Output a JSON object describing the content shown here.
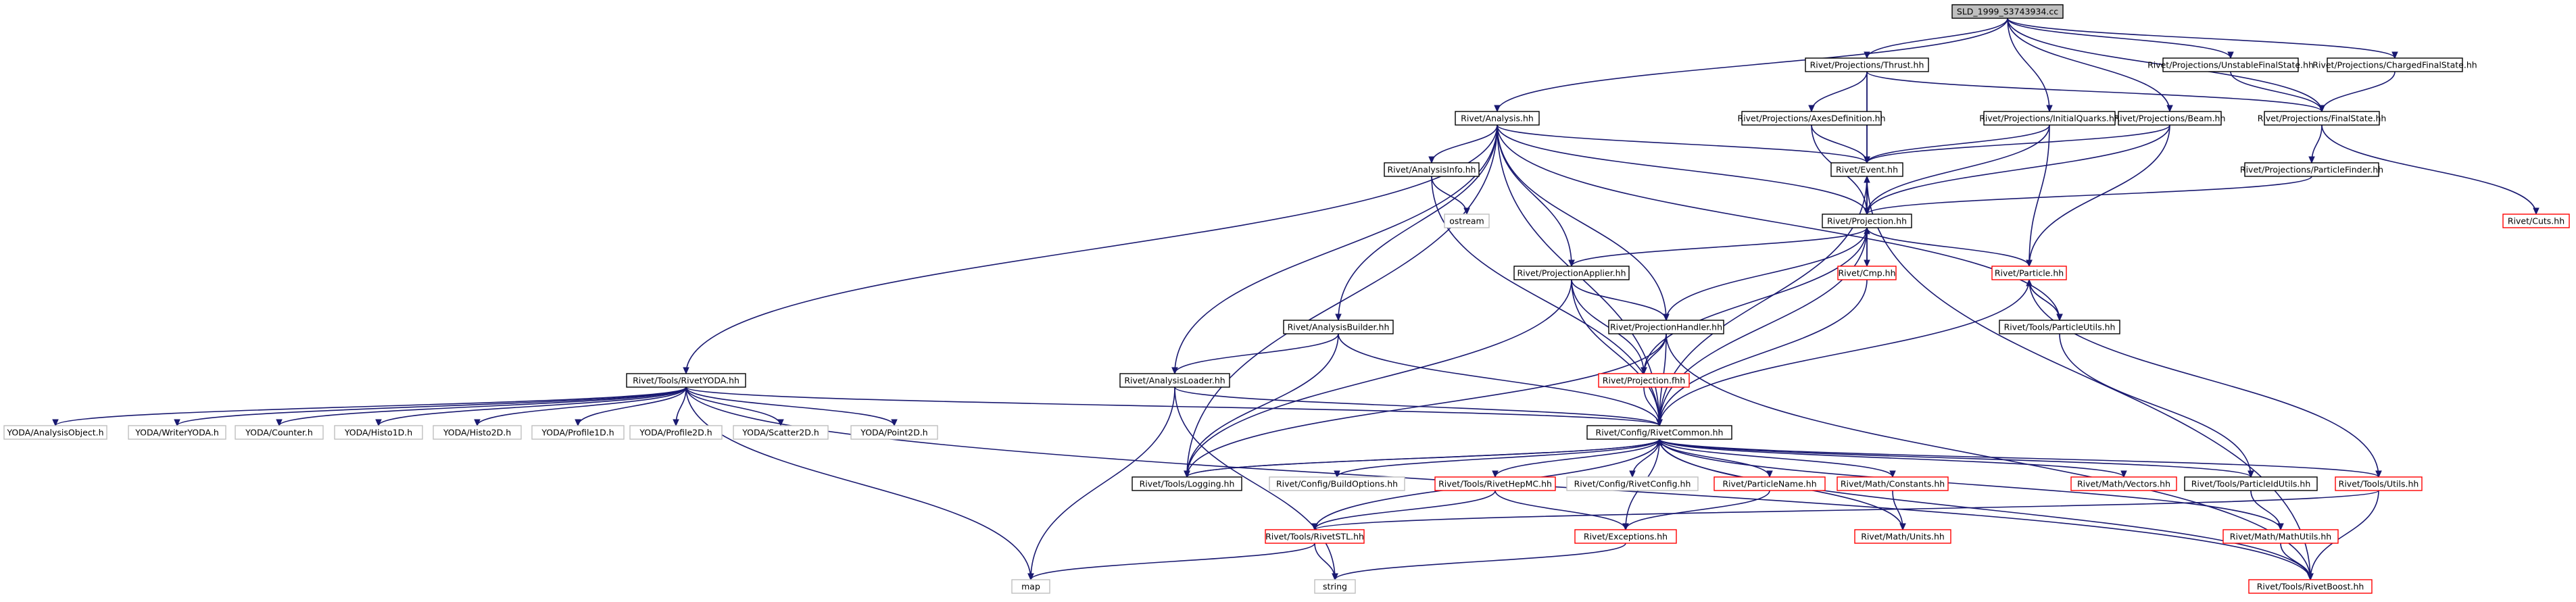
{
  "title": "SLD_1999_S3743934.cc",
  "colors": {
    "edge": "#191970",
    "documented_border": "#000000",
    "undocumented_border": "#ff0000",
    "external_border": "#bfbfbf",
    "root_fill": "#bfbfbf"
  },
  "nodes": {
    "root": "SLD_1999_S3743934.cc",
    "analysis": "Rivet/Analysis.hh",
    "thrust": "Rivet/Projections/Thrust.hh",
    "unstable": "Rivet/Projections/UnstableFinalState.hh",
    "charged": "Rivet/Projections/ChargedFinalState.hh",
    "axes": "Rivet/Projections/AxesDefinition.hh",
    "initial": "Rivet/Projections/InitialQuarks.hh",
    "beam": "Rivet/Projections/Beam.hh",
    "finalstate": "Rivet/Projections/FinalState.hh",
    "analysisinfo": "Rivet/AnalysisInfo.hh",
    "event": "Rivet/Event.hh",
    "particlefinder": "Rivet/Projections/ParticleFinder.hh",
    "ostream": "ostream",
    "projection": "Rivet/Projection.hh",
    "cuts": "Rivet/Cuts.hh",
    "projapplier": "Rivet/ProjectionApplier.hh",
    "cmp": "Rivet/Cmp.hh",
    "particle": "Rivet/Particle.hh",
    "analysisbuilder": "Rivet/AnalysisBuilder.hh",
    "projhandler": "Rivet/ProjectionHandler.hh",
    "particleutils": "Rivet/Tools/ParticleUtils.hh",
    "rivetyoda": "Rivet/Tools/RivetYODA.hh",
    "analysisloader": "Rivet/AnalysisLoader.hh",
    "projfhh": "Rivet/Projection.fhh",
    "y_ao": "YODA/AnalysisObject.h",
    "y_wy": "YODA/WriterYODA.h",
    "y_counter": "YODA/Counter.h",
    "y_h1": "YODA/Histo1D.h",
    "y_h2": "YODA/Histo2D.h",
    "y_p1": "YODA/Profile1D.h",
    "y_p2": "YODA/Profile2D.h",
    "y_s2": "YODA/Scatter2D.h",
    "y_pt2": "YODA/Point2D.h",
    "common": "Rivet/Config/RivetCommon.hh",
    "logging": "Rivet/Tools/Logging.hh",
    "buildopts": "Rivet/Config/BuildOptions.hh",
    "hepmc": "Rivet/Tools/RivetHepMC.hh",
    "rivetconfig": "Rivet/Config/RivetConfig.hh",
    "particlename": "Rivet/ParticleName.hh",
    "constants": "Rivet/Math/Constants.hh",
    "vectors": "Rivet/Math/Vectors.hh",
    "pidutils": "Rivet/Tools/ParticleIdUtils.hh",
    "utils": "Rivet/Tools/Utils.hh",
    "rivetstl": "Rivet/Tools/RivetSTL.hh",
    "exceptions": "Rivet/Exceptions.hh",
    "units": "Rivet/Math/Units.hh",
    "mathutils": "Rivet/Math/MathUtils.hh",
    "map": "map",
    "string": "string",
    "boost": "Rivet/Tools/RivetBoost.hh"
  },
  "edges": [
    [
      "root",
      "analysis"
    ],
    [
      "root",
      "thrust"
    ],
    [
      "root",
      "unstable"
    ],
    [
      "root",
      "charged"
    ],
    [
      "root",
      "initial"
    ],
    [
      "root",
      "beam"
    ],
    [
      "root",
      "finalstate"
    ],
    [
      "thrust",
      "axes"
    ],
    [
      "thrust",
      "finalstate"
    ],
    [
      "thrust",
      "event"
    ],
    [
      "thrust",
      "projection"
    ],
    [
      "unstable",
      "finalstate"
    ],
    [
      "charged",
      "finalstate"
    ],
    [
      "axes",
      "event"
    ],
    [
      "axes",
      "projection"
    ],
    [
      "initial",
      "event"
    ],
    [
      "initial",
      "projection"
    ],
    [
      "initial",
      "particle"
    ],
    [
      "beam",
      "event"
    ],
    [
      "beam",
      "projection"
    ],
    [
      "beam",
      "particle"
    ],
    [
      "finalstate",
      "particlefinder"
    ],
    [
      "finalstate",
      "cuts"
    ],
    [
      "particlefinder",
      "projection"
    ],
    [
      "analysis",
      "analysisinfo"
    ],
    [
      "analysis",
      "event"
    ],
    [
      "analysis",
      "projection"
    ],
    [
      "analysis",
      "projapplier"
    ],
    [
      "analysis",
      "projhandler"
    ],
    [
      "analysis",
      "analysisbuilder"
    ],
    [
      "analysis",
      "analysisloader"
    ],
    [
      "analysis",
      "rivetyoda"
    ],
    [
      "analysis",
      "logging"
    ],
    [
      "analysis",
      "common"
    ],
    [
      "analysis",
      "particleutils"
    ],
    [
      "analysisinfo",
      "ostream"
    ],
    [
      "analysisinfo",
      "common"
    ],
    [
      "event",
      "projection"
    ],
    [
      "event",
      "common"
    ],
    [
      "event",
      "boost"
    ],
    [
      "projection",
      "event"
    ],
    [
      "projection",
      "projapplier"
    ],
    [
      "projection",
      "cmp"
    ],
    [
      "projection",
      "particle"
    ],
    [
      "projection",
      "projhandler"
    ],
    [
      "projection",
      "projfhh"
    ],
    [
      "projection",
      "common"
    ],
    [
      "cmp",
      "projection"
    ],
    [
      "cmp",
      "common"
    ],
    [
      "projapplier",
      "projhandler"
    ],
    [
      "projapplier",
      "projfhh"
    ],
    [
      "projapplier",
      "common"
    ],
    [
      "projapplier",
      "logging"
    ],
    [
      "projhandler",
      "projfhh"
    ],
    [
      "projhandler",
      "common"
    ],
    [
      "projhandler",
      "logging"
    ],
    [
      "projhandler",
      "boost"
    ],
    [
      "projfhh",
      "common"
    ],
    [
      "particle",
      "particleutils"
    ],
    [
      "particle",
      "common"
    ],
    [
      "particle",
      "utils"
    ],
    [
      "particleutils",
      "particle"
    ],
    [
      "particleutils",
      "pidutils"
    ],
    [
      "analysisbuilder",
      "analysisloader"
    ],
    [
      "analysisbuilder",
      "common"
    ],
    [
      "analysisbuilder",
      "logging"
    ],
    [
      "analysisloader",
      "common"
    ],
    [
      "analysisloader",
      "map"
    ],
    [
      "analysisloader",
      "string"
    ],
    [
      "rivetyoda",
      "common"
    ],
    [
      "rivetyoda",
      "y_ao"
    ],
    [
      "rivetyoda",
      "y_wy"
    ],
    [
      "rivetyoda",
      "y_counter"
    ],
    [
      "rivetyoda",
      "y_h1"
    ],
    [
      "rivetyoda",
      "y_h2"
    ],
    [
      "rivetyoda",
      "y_p1"
    ],
    [
      "rivetyoda",
      "y_p2"
    ],
    [
      "rivetyoda",
      "y_s2"
    ],
    [
      "rivetyoda",
      "y_pt2"
    ],
    [
      "rivetyoda",
      "map"
    ],
    [
      "rivetyoda",
      "boost"
    ],
    [
      "common",
      "logging"
    ],
    [
      "common",
      "buildopts"
    ],
    [
      "common",
      "hepmc"
    ],
    [
      "common",
      "rivetconfig"
    ],
    [
      "common",
      "particlename"
    ],
    [
      "common",
      "constants"
    ],
    [
      "common",
      "vectors"
    ],
    [
      "common",
      "pidutils"
    ],
    [
      "common",
      "utils"
    ],
    [
      "common",
      "rivetstl"
    ],
    [
      "common",
      "exceptions"
    ],
    [
      "common",
      "units"
    ],
    [
      "common",
      "mathutils"
    ],
    [
      "common",
      "boost"
    ],
    [
      "logging",
      "common"
    ],
    [
      "hepmc",
      "rivetstl"
    ],
    [
      "hepmc",
      "exceptions"
    ],
    [
      "particlename",
      "exceptions"
    ],
    [
      "constants",
      "units"
    ],
    [
      "utils",
      "rivetstl"
    ],
    [
      "utils",
      "boost"
    ],
    [
      "pidutils",
      "mathutils"
    ],
    [
      "rivetstl",
      "map"
    ],
    [
      "rivetstl",
      "string"
    ],
    [
      "exceptions",
      "string"
    ],
    [
      "mathutils",
      "boost"
    ]
  ]
}
